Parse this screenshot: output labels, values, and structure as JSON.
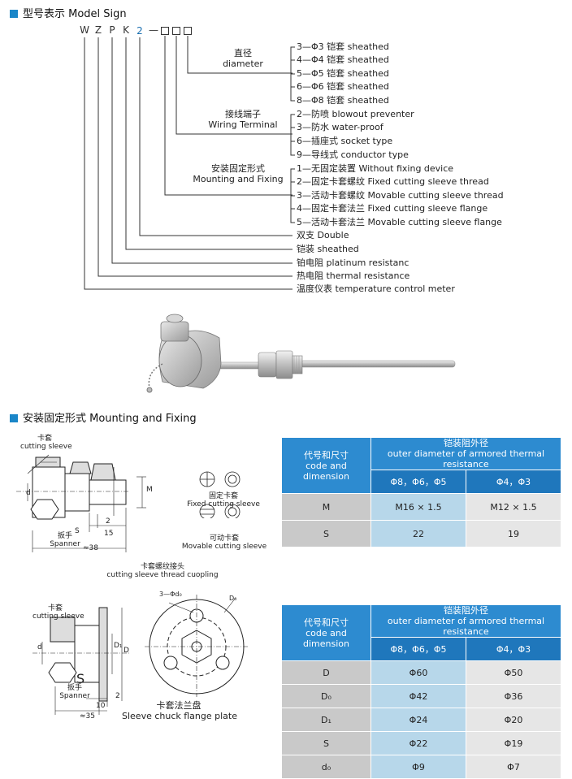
{
  "section1": {
    "title": "型号表示 Model Sign"
  },
  "model": {
    "letters": [
      "W",
      "Z",
      "P",
      "K",
      "2"
    ],
    "dash": "—",
    "groups": {
      "diameter": {
        "cn": "直径",
        "en": "diameter",
        "options": [
          "3—Φ3 铠套 sheathed",
          "4—Φ4 铠套 sheathed",
          "5—Φ5 铠套 sheathed",
          "6—Φ6 铠套 sheathed",
          "8—Φ8 铠套 sheathed"
        ]
      },
      "terminal": {
        "cn": "接线端子",
        "en": "Wiring Terminal",
        "options": [
          "2—防喷 blowout preventer",
          "3—防水 water-proof",
          "6—插座式 socket type",
          "9—导线式 conductor type"
        ]
      },
      "mounting": {
        "cn": "安装固定形式",
        "en": "Mounting and Fixing",
        "options": [
          "1—无固定装置 Without fixing device",
          "2—固定卡套螺纹 Fixed cutting sleeve thread",
          "3—活动卡套螺纹 Movable cutting sleeve thread",
          "4—固定卡套法兰 Fixed cutting sleeve flange",
          "5—活动卡套法兰 Movable cutting sleeve flange"
        ]
      }
    },
    "singles": [
      "双支 Double",
      "铠装 sheathed",
      "铂电阻 platinum resistanc",
      "热电阻 thermal resistance",
      "温度仪表 temperature control meter"
    ]
  },
  "section2": {
    "title": "安装固定形式 Mounting and Fixing"
  },
  "diagram1": {
    "cutting_sleeve_cn": "卡套",
    "cutting_sleeve_en": "cutting sleeve",
    "d": "d",
    "M": "M",
    "S": "S",
    "dim2": "2",
    "dim15": "15",
    "spanner_cn": "扳手",
    "spanner_en": "Spanner",
    "dim38": "≈38",
    "fixed_cn": "固定卡套",
    "fixed_en": "Fixed cutting sleeve",
    "movable_cn": "可动卡套",
    "movable_en": "Movable cutting sleeve",
    "caption_cn": "卡套螺纹接头",
    "caption_en": "cutting sleeve thread cuopling"
  },
  "diagram2": {
    "cutting_sleeve_cn": "卡套",
    "cutting_sleeve_en": "cutting sleeve",
    "d": "d",
    "D1": "D₁",
    "D": "D",
    "S": "S",
    "spanner_cn": "扳手",
    "spanner_en": "Spanner",
    "dim10": "10",
    "dim2": "2",
    "dim35": "≈35",
    "holes": "3—Φd₀",
    "D0": "D₀",
    "caption_cn": "卡套法兰盘",
    "caption_en": "Sleeve chuck flange plate"
  },
  "table1": {
    "col0_cn": "代号和尺寸",
    "col0_en": "code and dimension",
    "group_cn": "铠装阻外径",
    "group_en": "outer diameter of armored thermal resistance",
    "sub1": "Φ8，Φ6，Φ5",
    "sub2": "Φ4，Φ3",
    "rows": [
      {
        "code": "M",
        "a": "M16 × 1.5",
        "b": "M12 × 1.5"
      },
      {
        "code": "S",
        "a": "22",
        "b": "19"
      }
    ]
  },
  "table2": {
    "col0_cn": "代号和尺寸",
    "col0_en": "code and dimension",
    "group_cn": "铠装阻外径",
    "group_en": "outer diameter of armored thermal resistance",
    "sub1": "Φ8，Φ6，Φ5",
    "sub2": "Φ4，Φ3",
    "rows": [
      {
        "code": "D",
        "a": "Φ60",
        "b": "Φ50"
      },
      {
        "code": "D₀",
        "a": "Φ42",
        "b": "Φ36"
      },
      {
        "code": "D₁",
        "a": "Φ24",
        "b": "Φ20"
      },
      {
        "code": "S",
        "a": "Φ22",
        "b": "Φ19"
      },
      {
        "code": "d₀",
        "a": "Φ9",
        "b": "Φ7"
      }
    ]
  }
}
